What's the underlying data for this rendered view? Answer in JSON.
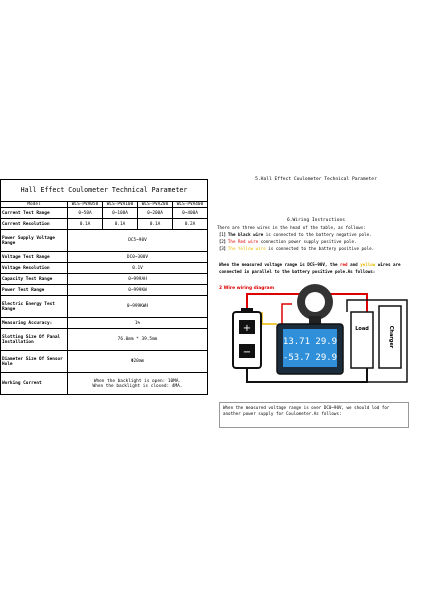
{
  "left": {
    "title": "Hall Effect Coulometer Technical Parameter",
    "header": [
      "Model",
      "WLS-PVA050",
      "WLS-PVA100",
      "WLS-PVA200",
      "WLS-PVA400"
    ],
    "rows": [
      {
        "label": "Current Test Range",
        "cells": [
          "0~50A",
          "0~100A",
          "0~200A",
          "0~400A"
        ]
      },
      {
        "label": "Current Resolution",
        "cells": [
          "0.1A",
          "0.1A",
          "0.1A",
          "0.2A"
        ]
      },
      {
        "label": "Power Supply Voltage Range",
        "value": "DC5~90V"
      },
      {
        "label": "Voltage Test Range",
        "value": "DC0~300V"
      },
      {
        "label": "Voltage Resolution",
        "value": "0.1V"
      },
      {
        "label": "Capacity Test Range",
        "value": "0~999AH"
      },
      {
        "label": "Power Test Range",
        "value": "0~999KW"
      },
      {
        "label": "Electric Energy Test Range",
        "value": "0~999KWH"
      },
      {
        "label": "Measuring Accuracy:",
        "value": "1%"
      },
      {
        "label": "Slotting Size Of Panal Installation",
        "value": "76.0mm * 39.5mm"
      },
      {
        "label": "Diameter Size Of Sensor Hole",
        "value": "Φ20mm"
      },
      {
        "label": "Working Current",
        "value": "When the backlight is open: 10MA.",
        "value2": "When the backlight is closed: 4MA."
      }
    ]
  },
  "right": {
    "section5": "5.Hall Effect Coulometer Technical Parameter",
    "section6": "6.Wiring Instructions",
    "intro": "There are three wires in the head of the table, as follows:",
    "wires": [
      {
        "idx": "【1】",
        "name": "The black wire",
        "rest": " is connected to the battery negative pole.",
        "color": "#000"
      },
      {
        "idx": "【2】",
        "name": "The Red wire",
        "rest": " connection power supply positive pole.",
        "color": "#d00"
      },
      {
        "idx": "【3】",
        "name": "The Yellow wire",
        "rest": " is connected to the battery positive pole.",
        "color": "#e8b800"
      }
    ],
    "note1a": "When the measured voltage range is DC5~90V, the ",
    "note1red": "red",
    "note1and": " and ",
    "note1yel": "yellow",
    "note1b": " wires are connected in parallel to the battery positive pole.As follows:",
    "diagram_label": "2 Wire wiring diagram",
    "display_top": "13.71 29.9",
    "display_bot": "-53.7 29.9",
    "load": "Load",
    "charger": "Charger",
    "note2": "When the measured voltage range is over DC0~90V, we should  lod for another power supply for Coulometer.As follows:"
  }
}
